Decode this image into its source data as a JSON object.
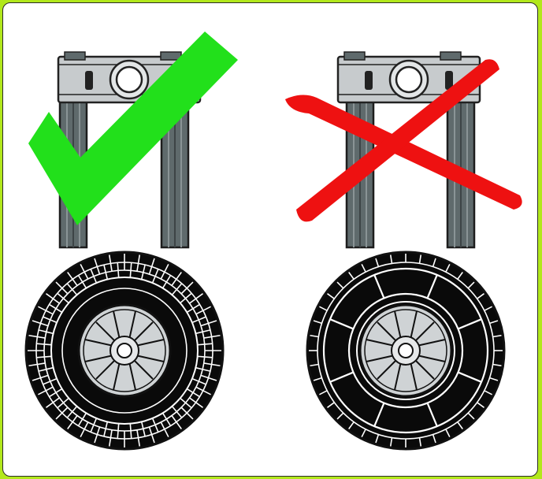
{
  "frame": {
    "background_color": "#b2e81c",
    "panel_color": "#ffffff",
    "border_color": "#2b2b2b"
  },
  "illustrations": [
    {
      "name": "correct-assembly",
      "mark": "check-icon",
      "mark_color": "#22e01b",
      "tire_tread": "fine-knobby"
    },
    {
      "name": "incorrect-assembly",
      "mark": "cross-icon",
      "mark_color": "#ee1111",
      "tire_tread": "large-block"
    }
  ],
  "colors": {
    "beam_gray": "#c7cbcd",
    "axle_dark": "#5f6a6c",
    "tire_black": "#0a0a0a",
    "hub_gray": "#cfd3d5"
  }
}
